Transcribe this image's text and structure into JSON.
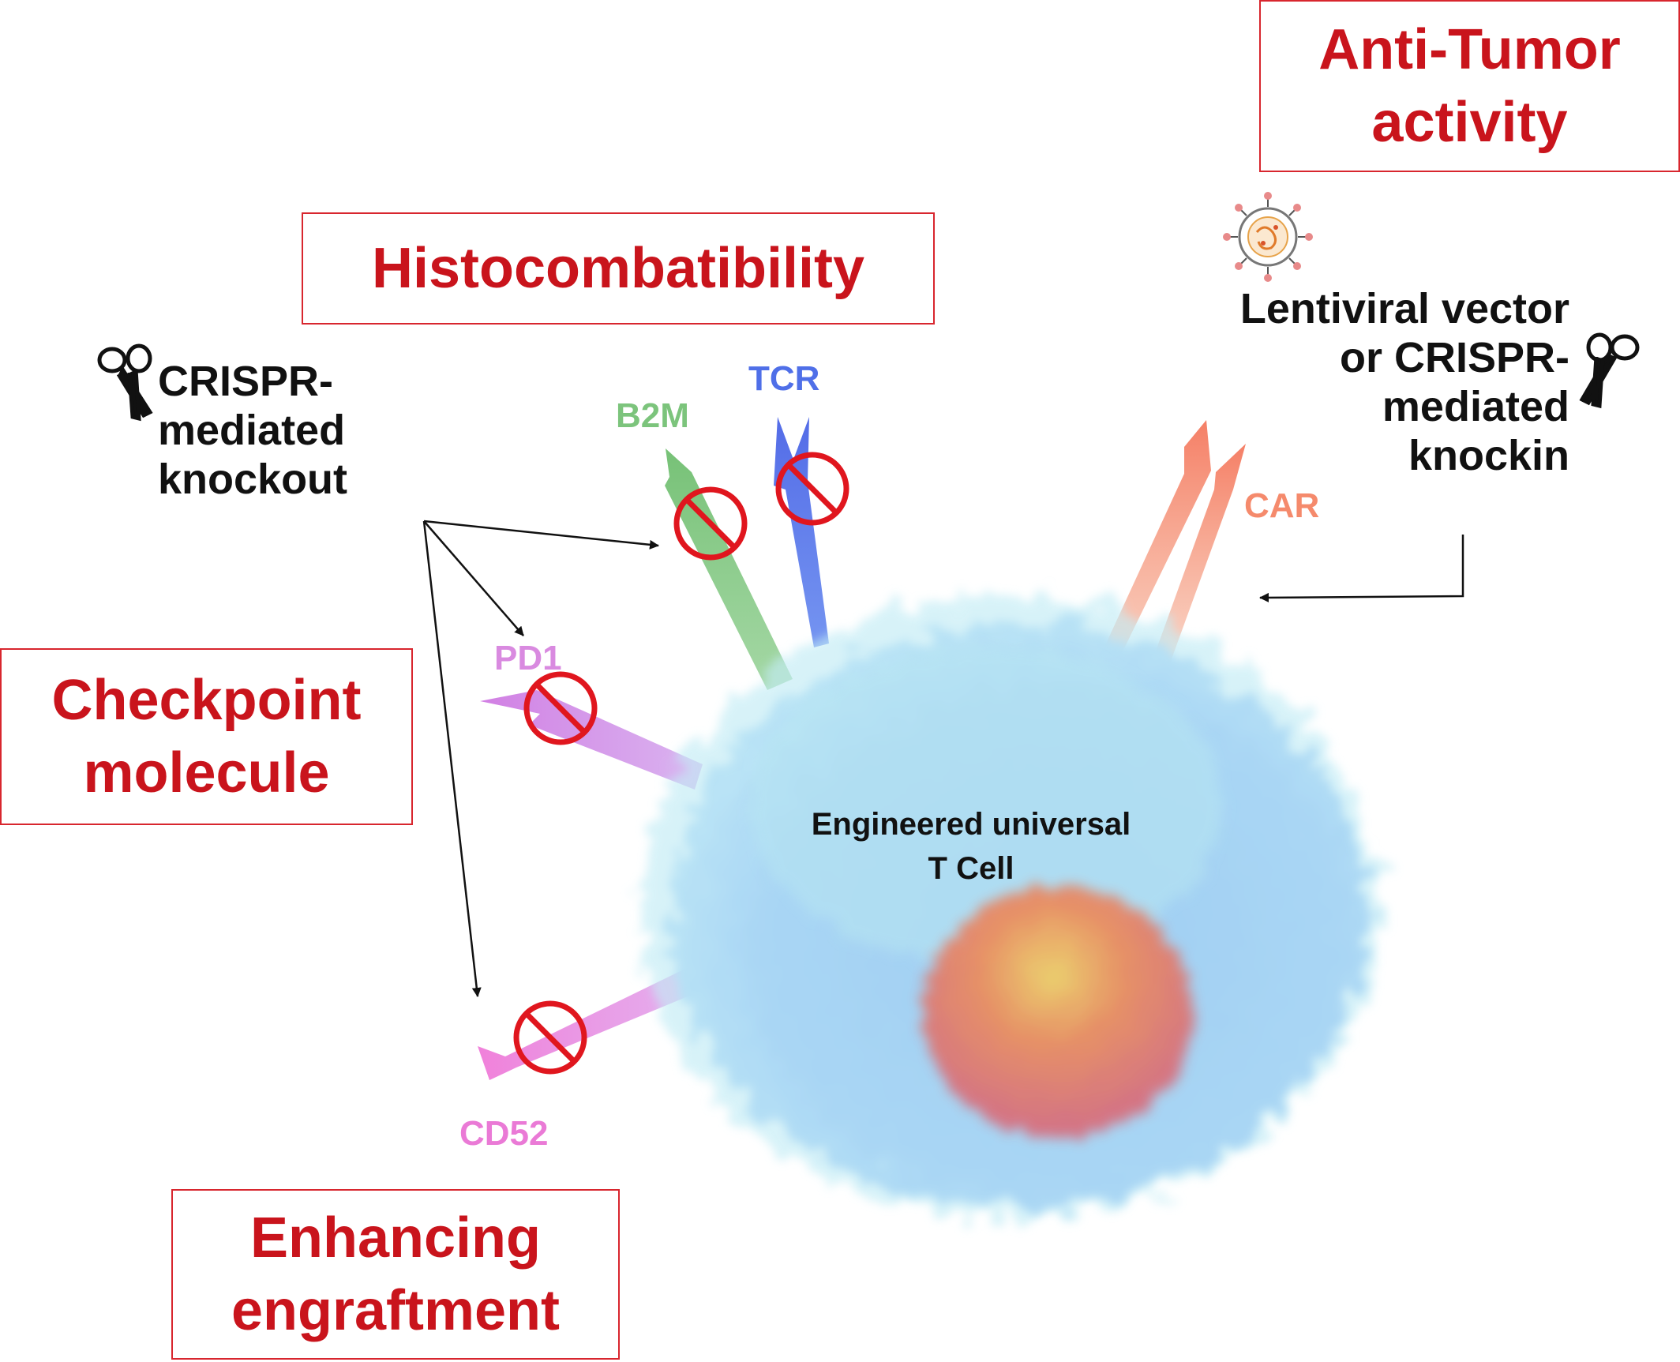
{
  "boxes": {
    "anti_tumor": "Anti-Tumor\nactivity",
    "histocompatibility": "Histocombatibility",
    "checkpoint": "Checkpoint\nmolecule",
    "engraftment": "Enhancing\nengraftment"
  },
  "labels": {
    "crispr_knockout": "CRISPR-\nmediated\nknockout",
    "lentiviral_knockin": "Lentiviral vector\nor CRISPR-\nmediated\nknockin",
    "cell": "Engineered universal\nT Cell"
  },
  "molecules": {
    "b2m": "B2M",
    "tcr": "TCR",
    "pd1": "PD1",
    "cd52": "CD52",
    "car": "CAR"
  },
  "colors": {
    "box_border": "#d8262e",
    "box_text": "#c9141c",
    "b2m": "#7cc47c",
    "tcr": "#4f6fe8",
    "pd1": "#d98ae0",
    "cd52": "#ea7ad6",
    "car": "#f58a6c",
    "no_symbol": "#e0161e",
    "cell_body": "#a8d4f2",
    "nucleus": "#e86a5a"
  },
  "icons": [
    "scissors-icon",
    "virus-icon",
    "no-symbol-icon"
  ]
}
